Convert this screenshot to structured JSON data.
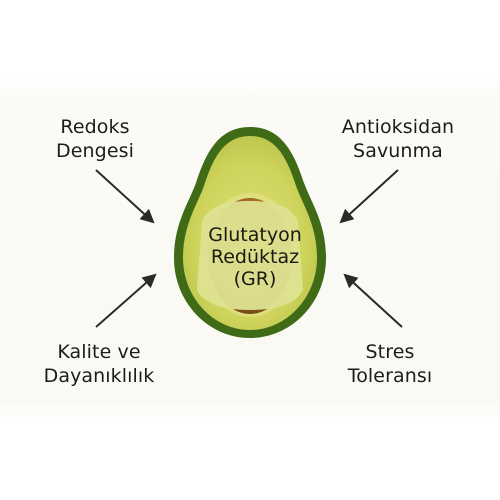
{
  "center": {
    "line1": "Glutatyon",
    "line2": "Redüktaz",
    "line3": "(GR)",
    "icon": "avocado-icon",
    "skin_color": "#3f6a16",
    "flesh_color": "#c8cf55",
    "pit_color": "#8a5a1c"
  },
  "labels": {
    "top_left": {
      "line1": "Redoks",
      "line2": "Dengesi"
    },
    "top_right": {
      "line1": "Antioksidan",
      "line2": "Savunma"
    },
    "bottom_left": {
      "line1": "Kalite ve",
      "line2": "Dayanıklılık"
    },
    "bottom_right": {
      "line1": "Stres",
      "line2": "Toleransı"
    }
  },
  "arrow_color": "#2a2a2a"
}
